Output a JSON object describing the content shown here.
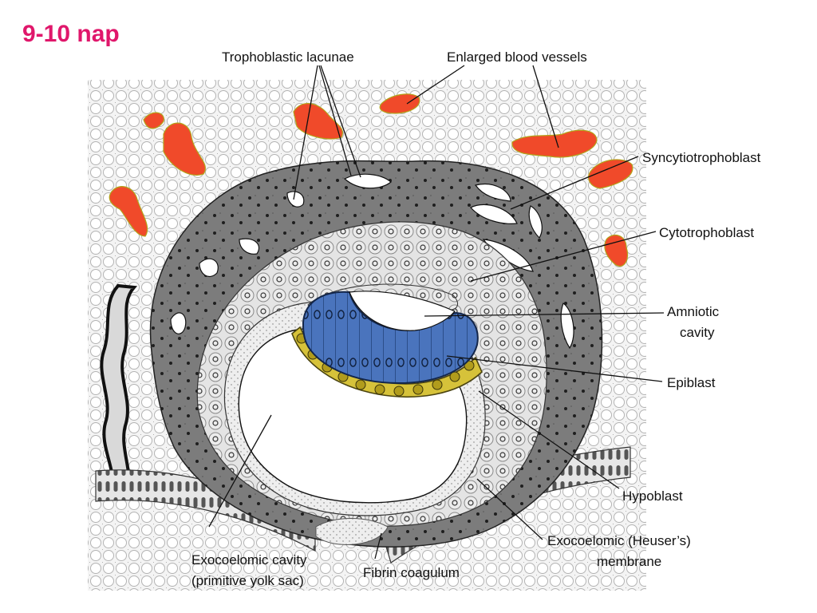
{
  "slide": {
    "title": "9-10 nap"
  },
  "diagram": {
    "labels": {
      "trophoblastic_lacunae": "Trophoblastic lacunae",
      "enlarged_blood_vessels": "Enlarged blood vessels",
      "syncytiotrophoblast": "Syncytiotrophoblast",
      "cytotrophoblast": "Cytotrophoblast",
      "amniotic_cavity_line1": "Amniotic",
      "amniotic_cavity_line2": "cavity",
      "epiblast": "Epiblast",
      "hypoblast": "Hypoblast",
      "exocoelomic_membrane_line1": "Exocoelomic (Heuser’s)",
      "exocoelomic_membrane_line2": "membrane",
      "exocoelomic_cavity_line1": "Exocoelomic cavity",
      "exocoelomic_cavity_line2": "(primitive yolk sac)",
      "fibrin_coagulum": "Fibrin coagulum"
    },
    "colors": {
      "title": "#e0176b",
      "blood_vessels": "#f04a2a",
      "epiblast": "#4a74bd",
      "hypoblast": "#d6c23a",
      "syncytiotrophoblast": "#7a7a7a",
      "cytotrophoblast": "#e3e3e3",
      "endometrium": "#f2f2f2"
    }
  }
}
